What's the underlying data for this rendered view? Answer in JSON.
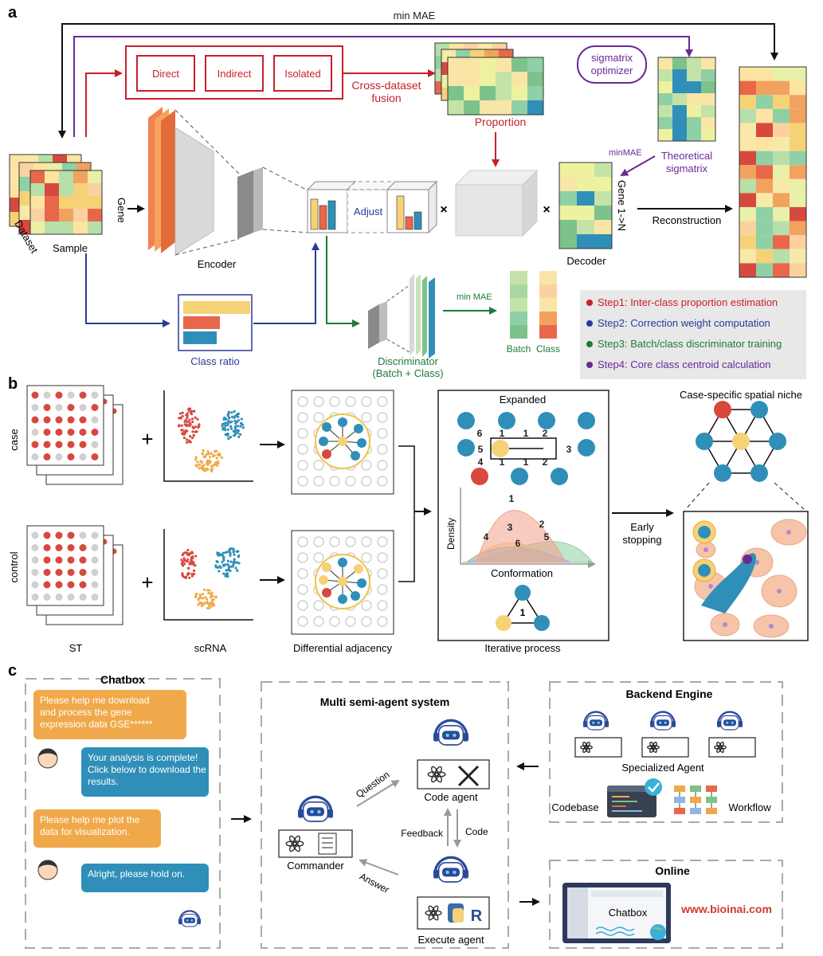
{
  "panels": {
    "a": "a",
    "b": "b",
    "c": "c"
  },
  "a": {
    "min_mae_top": "min MAE",
    "fusion_boxes": [
      "Direct",
      "Indirect",
      "Isolated"
    ],
    "cross_dataset_fusion": [
      "Cross-dataset",
      "fusion"
    ],
    "proportion": "Proportion",
    "sigmatrix_optimizer": [
      "sigmatrix",
      "optimizer"
    ],
    "theoretical_sigmatrix": [
      "Theoretical",
      "sigmatrix"
    ],
    "min_mae_decoder": "minMAE",
    "gene": "Gene",
    "dataset": "Dataset",
    "sample": "Sample",
    "encoder": "Encoder",
    "adjust": "Adjust",
    "times": "×",
    "gene_1n": "Gene 1->N",
    "decoder": "Decoder",
    "reconstruction": "Reconstruction",
    "class_ratio": "Class ratio",
    "discriminator": [
      "Discriminator",
      "(Batch + Class)"
    ],
    "min_mae_disc": "min MAE",
    "batch_class": [
      "Batch",
      "Class"
    ],
    "steps": [
      {
        "text": "Step1: Inter-class proportion estimation",
        "color": "#c8202b"
      },
      {
        "text": "Step2: Correction weight computation",
        "color": "#2b3a9a"
      },
      {
        "text": "Step3: Batch/class discriminator training",
        "color": "#1e7a3a"
      },
      {
        "text": "Step4: Core class centroid calculation",
        "color": "#6a2a96"
      }
    ]
  },
  "b": {
    "case": "case",
    "control": "control",
    "plus": "+",
    "st": "ST",
    "scrna": "scRNA",
    "differential_adjacency": "Differential adjacency",
    "expanded": "Expanded",
    "edge_numbers": [
      "6",
      "1",
      "1",
      "2",
      "5",
      "3",
      "4",
      "1",
      "1",
      "2"
    ],
    "density": "Density",
    "conformation": "Conformation",
    "curve_numbers": [
      "1",
      "3",
      "2",
      "4",
      "6",
      "5"
    ],
    "triangle_number": "1",
    "iterative_process": "Iterative process",
    "early_stopping": [
      "Early",
      "stopping"
    ],
    "niche_title": "Case-specific spatial niche"
  },
  "c": {
    "chatbox_title": "Chatbox",
    "messages": [
      {
        "from": "user",
        "lines": [
          "Please help me download",
          "and process the gene",
          "expression data GSE******"
        ]
      },
      {
        "from": "bot",
        "lines": [
          "Your analysis is complete!",
          "Click below to download the",
          "results."
        ]
      },
      {
        "from": "user",
        "lines": [
          "Please help me plot the",
          "data for visualization."
        ]
      },
      {
        "from": "bot",
        "lines": [
          "Alright, please hold on."
        ]
      }
    ],
    "multi_title": "Multi semi-agent system",
    "commander": "Commander",
    "question": "Question",
    "answer": "Answer",
    "feedback": "Feedback",
    "code": "Code",
    "code_agent": "Code agent",
    "execute_agent": "Execute agent",
    "backend_title": "Backend Engine",
    "specialized_agent": "Specialized Agent",
    "codebase": "Codebase",
    "workflow": "Workflow",
    "online_title": "Online",
    "online_chatbox": "Chatbox",
    "website": "www.bioinai.com"
  },
  "colors": {
    "red": "#c8202b",
    "blue": "#2b3a9a",
    "green": "#1e7a3a",
    "purple": "#6a2a96",
    "teal": "#2f8fb8",
    "orange": "#f0a94a"
  }
}
